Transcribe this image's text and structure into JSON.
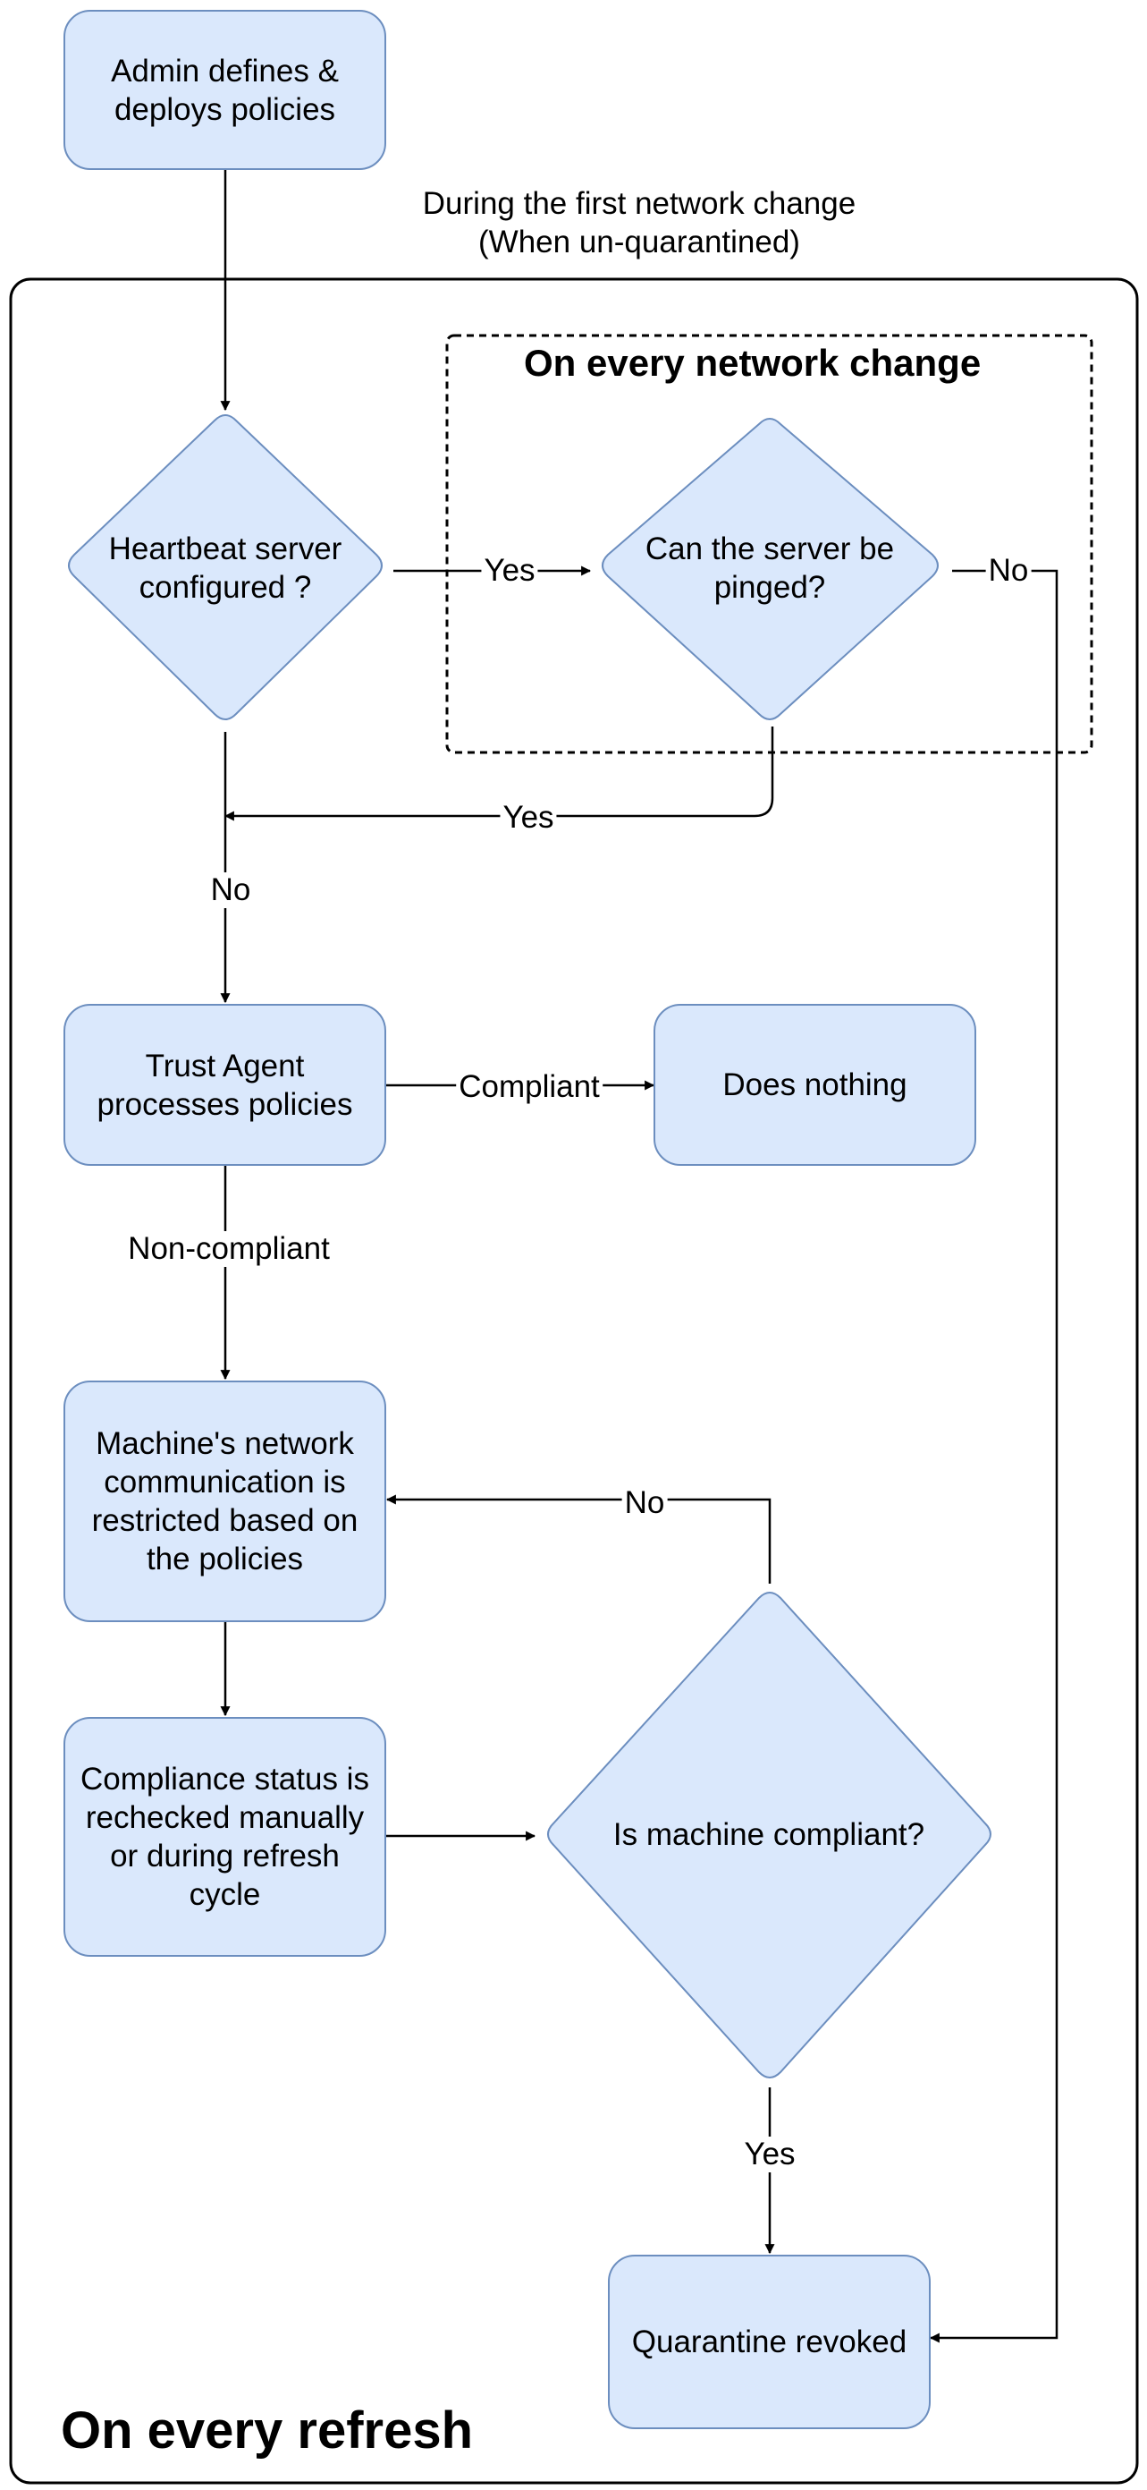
{
  "caption": {
    "line1": "During the first network change",
    "line2": "(When un-quarantined)"
  },
  "groups": {
    "refresh_title": "On every refresh",
    "network_title": "On every network change"
  },
  "nodes": {
    "admin": "Admin defines & deploys policies",
    "heartbeat": "Heartbeat server configured ?",
    "ping": "Can the server be pinged?",
    "trust_agent": "Trust Agent processes policies",
    "does_nothing": "Does nothing",
    "restricted": "Machine's network communication is restricted based on the policies",
    "recheck": "Compliance status is rechecked manually or during refresh cycle",
    "is_compliant": "Is machine compliant?",
    "revoked": "Quarantine revoked"
  },
  "edges": {
    "heartbeat_to_ping": "Yes",
    "ping_fail": "No",
    "ping_success": "Yes",
    "heartbeat_no": "No",
    "compliant": "Compliant",
    "non_compliant": "Non-compliant",
    "not_compliant_loop": "No",
    "compliant_yes": "Yes"
  },
  "colors": {
    "node_fill": "#dae8fc",
    "node_stroke": "#6c8ebf",
    "line": "#000000"
  }
}
